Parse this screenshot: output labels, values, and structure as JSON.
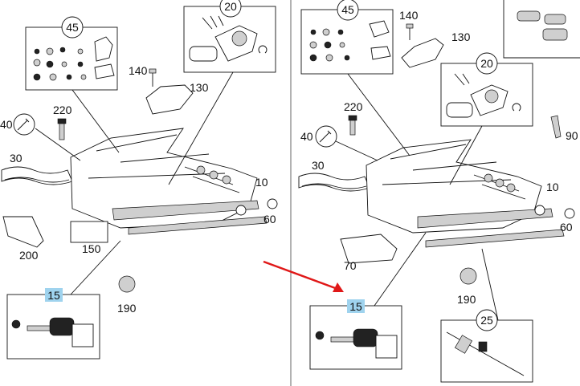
{
  "left_panel": {
    "callouts": {
      "c45": "45",
      "c20": "20",
      "c140": "140",
      "c130": "130",
      "c220": "220",
      "c40": "40",
      "c30": "30",
      "c10": "10",
      "c60": "60",
      "c200": "200",
      "c150": "150",
      "c15": "15",
      "c190": "190"
    }
  },
  "right_panel": {
    "callouts": {
      "c45": "45",
      "c140": "140",
      "c130": "130",
      "c20": "20",
      "c220": "220",
      "c90": "90",
      "c40": "40",
      "c30": "30",
      "c10": "10",
      "c60": "60",
      "c70": "70",
      "c15": "15",
      "c190": "190",
      "c25": "25"
    }
  },
  "highlight_color": "#9fd3ee",
  "arrow_color": "#e01818"
}
